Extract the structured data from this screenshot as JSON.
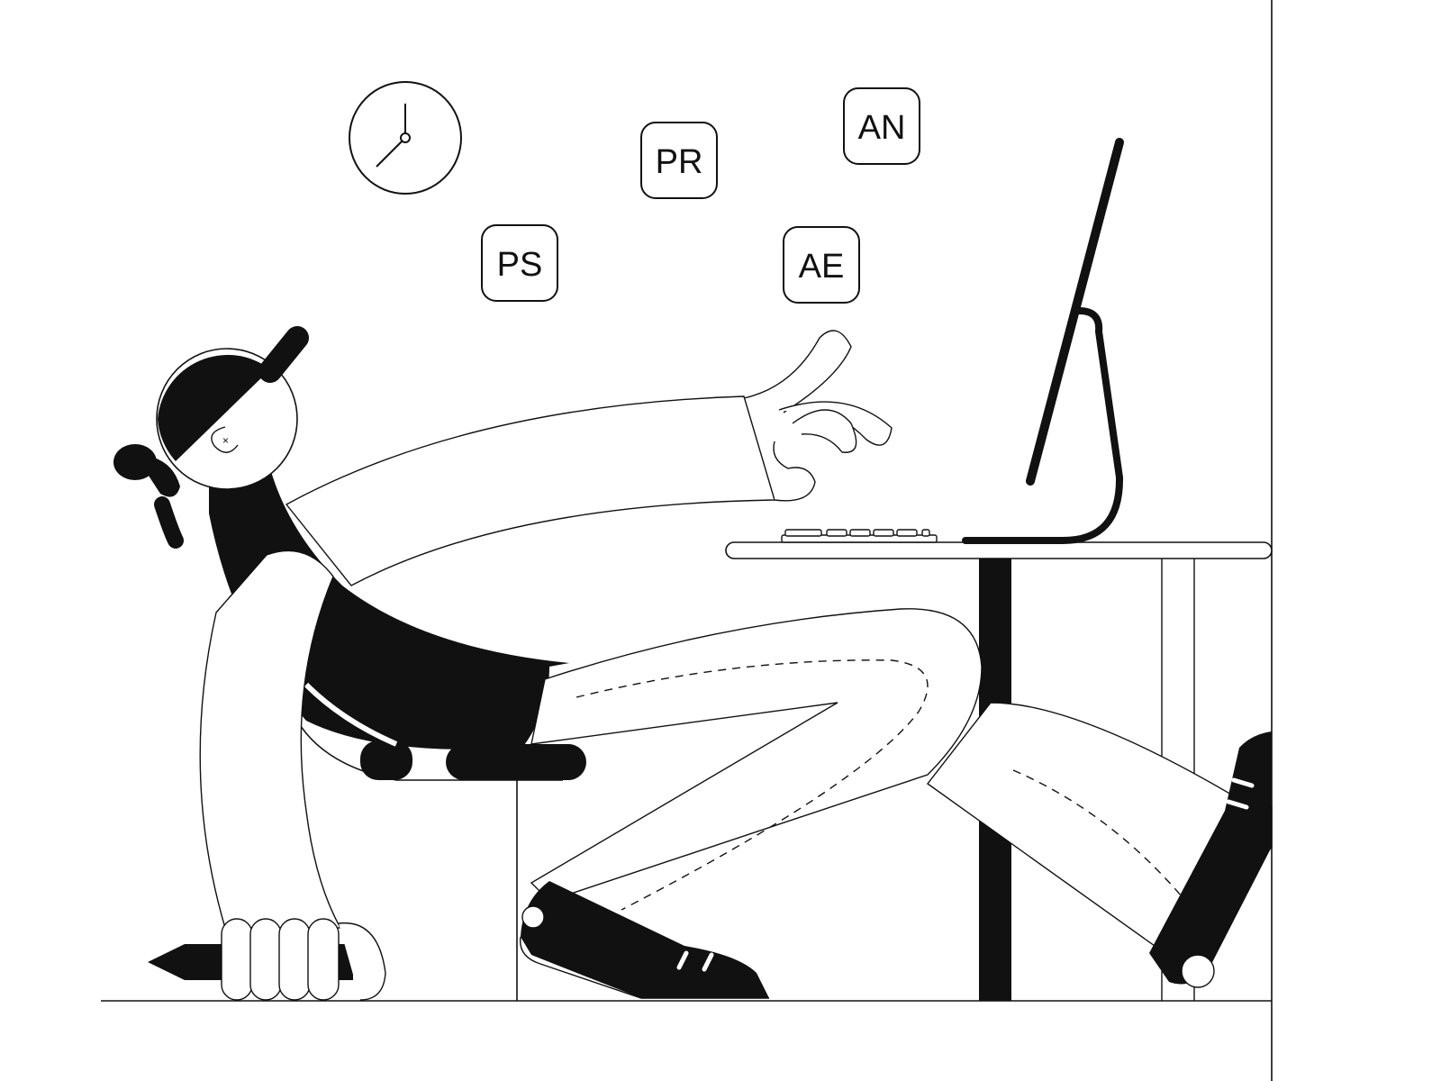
{
  "colors": {
    "ink": "#111111",
    "paper": "#ffffff"
  },
  "badges": [
    {
      "label": "PS"
    },
    {
      "label": "PR"
    },
    {
      "label": "AN"
    },
    {
      "label": "AE"
    }
  ],
  "icons": [
    "clock-icon",
    "monitor-icon",
    "keyboard-icon",
    "stylus-pen-icon",
    "desk-icon",
    "chair-icon"
  ]
}
